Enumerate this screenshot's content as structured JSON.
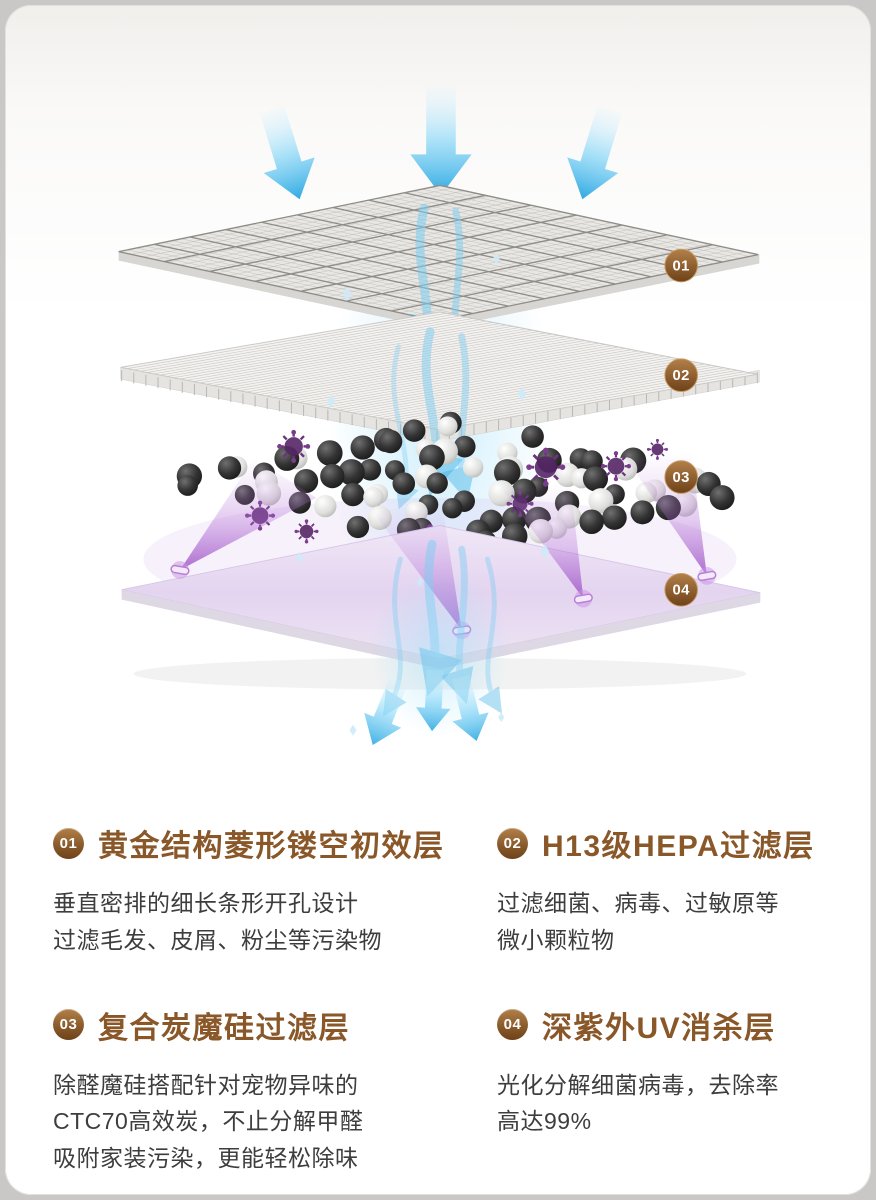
{
  "diagram": {
    "badges": [
      "01",
      "02",
      "03",
      "04"
    ],
    "layers": [
      {
        "id": "01",
        "name": "initial-filter-grid-layer"
      },
      {
        "id": "02",
        "name": "hepa-filter-layer"
      },
      {
        "id": "03",
        "name": "carbon-ball-layer"
      },
      {
        "id": "04",
        "name": "uv-sterilize-plate"
      }
    ]
  },
  "sections": [
    {
      "badge": "01",
      "title": "黄金结构菱形镂空初效层",
      "body": "垂直密排的细长条形开孔设计\n过滤毛发、皮屑、粉尘等污染物"
    },
    {
      "badge": "02",
      "title": "H13级HEPA过滤层",
      "body": "过滤细菌、病毒、过敏原等\n微小颗粒物"
    },
    {
      "badge": "03",
      "title": "复合炭魔硅过滤层",
      "body": "除醛魔硅搭配针对宠物异味的\nCTC70高效炭，不止分解甲醛\n吸附家装污染，更能轻松除味"
    },
    {
      "badge": "04",
      "title": "深紫外UV消杀层",
      "body": "光化分解细菌病毒，去除率\n高达99%"
    }
  ],
  "colors": {
    "accent_brown": "#8a5729",
    "badge_gradient_top": "#b28049",
    "badge_gradient_bottom": "#6e4119",
    "airflow_blue": "#57bdec",
    "uv_purple": "#9a4cc4",
    "body_text": "#3d3d3d"
  }
}
